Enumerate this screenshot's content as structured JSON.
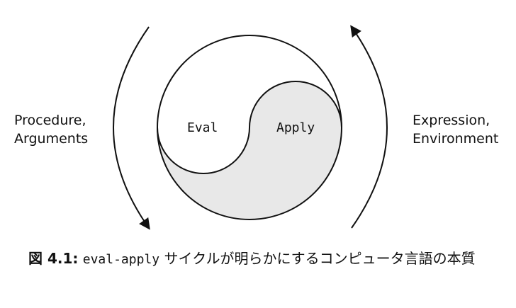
{
  "diagram": {
    "left_label": [
      "Procedure,",
      "Arguments"
    ],
    "right_label": [
      "Expression,",
      "Environment"
    ],
    "eval_label": "Eval",
    "apply_label": "Apply",
    "colors": {
      "stroke": "#111111",
      "apply_fill": "#e8e8e8",
      "eval_fill": "#ffffff"
    }
  },
  "caption": {
    "number": "図 4.1:",
    "code": "eval-apply",
    "text": "サイクルが明らかにするコンピュータ言語の本質"
  }
}
